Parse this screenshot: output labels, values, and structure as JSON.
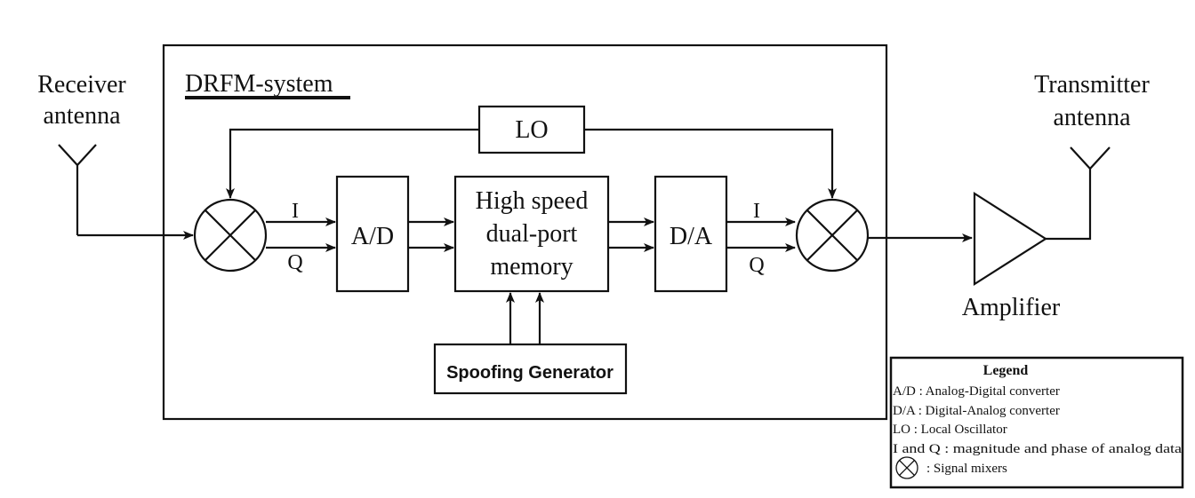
{
  "system_title": "DRFM-system",
  "receiver": {
    "line1": "Receiver",
    "line2": "antenna"
  },
  "transmitter": {
    "line1": "Transmitter",
    "line2": "antenna"
  },
  "lo_label": "LO",
  "ad_label": "A/D",
  "da_label": "D/A",
  "memory": {
    "line1": "High speed",
    "line2": "dual-port",
    "line3": "memory"
  },
  "spoofing_label": "Spoofing Generator",
  "amplifier_label": "Amplifier",
  "signal_labels": {
    "i": "I",
    "q": "Q"
  },
  "legend": {
    "title": "Legend",
    "items": [
      "A/D : Analog-Digital converter",
      "D/A : Digital-Analog converter",
      "LO : Local Oscillator",
      "I and Q : magnitude and phase of analog data",
      ": Signal mixers"
    ]
  }
}
